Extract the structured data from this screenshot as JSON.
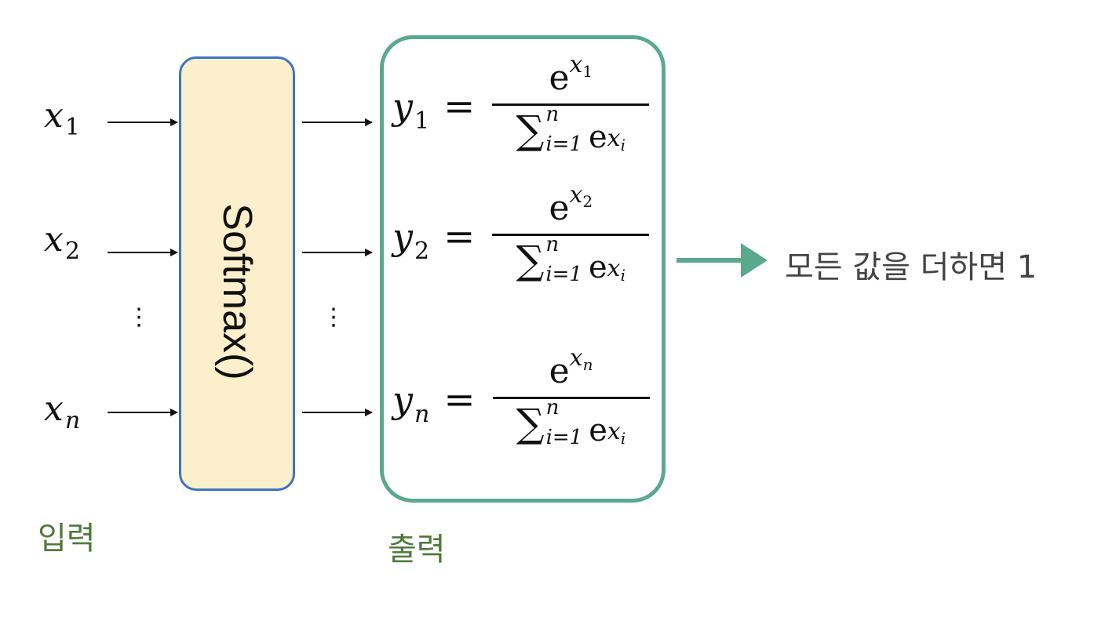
{
  "inputs": [
    {
      "base": "x",
      "sub": "1"
    },
    {
      "base": "x",
      "sub": "2"
    },
    {
      "base": "x",
      "sub": "n"
    }
  ],
  "ellipsis": "⋮",
  "softmax_label": "Softmax()",
  "outputs": [
    {
      "base": "y",
      "sub": "1",
      "eq": "=",
      "num_base": "e",
      "num_exp": "x",
      "num_exp_sub": "1",
      "den_sigma": "∑",
      "den_upper": "n",
      "den_lower": "i=1",
      "den_base": "e",
      "den_exp": "x",
      "den_exp_sub": "i"
    },
    {
      "base": "y",
      "sub": "2",
      "eq": "=",
      "num_base": "e",
      "num_exp": "x",
      "num_exp_sub": "2",
      "den_sigma": "∑",
      "den_upper": "n",
      "den_lower": "i=1",
      "den_base": "e",
      "den_exp": "x",
      "den_exp_sub": "i"
    },
    {
      "base": "y",
      "sub": "n",
      "eq": "=",
      "num_base": "e",
      "num_exp": "x",
      "num_exp_sub": "n",
      "den_sigma": "∑",
      "den_upper": "n",
      "den_lower": "i=1",
      "den_base": "e",
      "den_exp": "x",
      "den_exp_sub": "i"
    }
  ],
  "labels": {
    "input": "입력",
    "output": "출력",
    "sum_note": "모든 값을 더하면 1"
  },
  "colors": {
    "softmax_fill": "#fbf0cb",
    "softmax_border": "#3d74c4",
    "output_border": "#5aa98d",
    "label_green": "#4f7a3c",
    "note_gray": "#444444"
  }
}
